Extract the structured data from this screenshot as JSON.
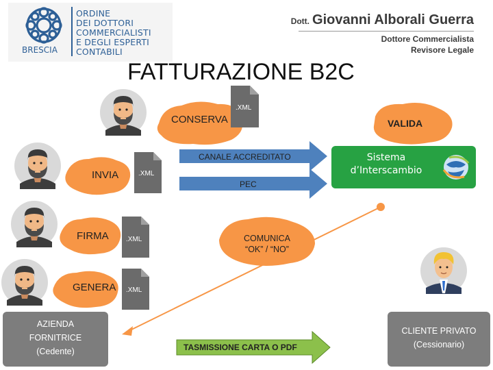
{
  "header": {
    "logo": {
      "lines": [
        "ORDINE",
        "DEI DOTTORI",
        "COMMERCIALISTI",
        "E DEGLI ESPERTI",
        "CONTABILI"
      ],
      "city": "BRESCIA"
    },
    "author": {
      "prefix": "Dott.",
      "name": "Giovanni Alborali Guerra",
      "role1": "Dottore Commercialista",
      "role2": "Revisore Legale"
    }
  },
  "title": "FATTURAZIONE B2C",
  "actors": {
    "conserva": "CONSERVA",
    "invia": "INVIA",
    "firma": "FIRMA",
    "genera": "GENERA",
    "valida": "VALIDA",
    "comunica": [
      "COMUNICA",
      "“OK” / “NO”"
    ]
  },
  "xml_label": ".XML",
  "arrows": {
    "canale": "CANALE ACCREDITATO",
    "pec": "PEC",
    "trasmissione": "TASMISSIONE CARTA O PDF"
  },
  "sdi": {
    "line1": "Sistema",
    "line2": "d’Interscambio"
  },
  "azienda": {
    "line1": "AZIENDA",
    "line2": "FORNITRICE",
    "line3": "(Cedente)"
  },
  "cliente": {
    "line1": "CLIENTE PRIVATO",
    "line2": "(Cessionario)"
  },
  "colors": {
    "blob_orange": "#f79646",
    "arrow_blue": "#4e81bd",
    "sdi_green": "#27a243",
    "box_gray": "#7d7d7d",
    "arrow_green": "#8cc04b",
    "logo_blue": "#2d5f96"
  }
}
